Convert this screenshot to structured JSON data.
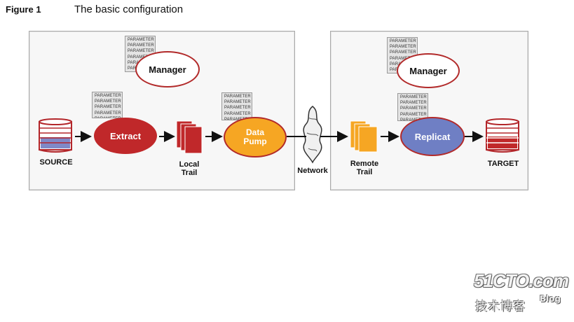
{
  "caption": {
    "number": "Figure 1",
    "title": "The basic configuration"
  },
  "param_line": "PARAMETER",
  "nodes": {
    "manager_source": "Manager",
    "manager_target": "Manager",
    "extract": "Extract",
    "data_pump_line1": "Data",
    "data_pump_line2": "Pump",
    "replicat": "Replicat",
    "source": "SOURCE",
    "target": "TARGET",
    "local_trail_line1": "Local",
    "local_trail_line2": "Trail",
    "remote_trail_line1": "Remote",
    "remote_trail_line2": "Trail",
    "network": "Network"
  },
  "watermark": {
    "brand": "51CTO.com",
    "subtitle": "技术博客",
    "blog": "Blog"
  },
  "colors": {
    "extract": "#c0282a",
    "data_pump": "#f6a623",
    "replicat": "#6f7fc4",
    "trail_red": "#c0282a",
    "trail_orange": "#f6a623",
    "manager_border": "#b22a2a",
    "db_source_band": "#7f89c8"
  }
}
